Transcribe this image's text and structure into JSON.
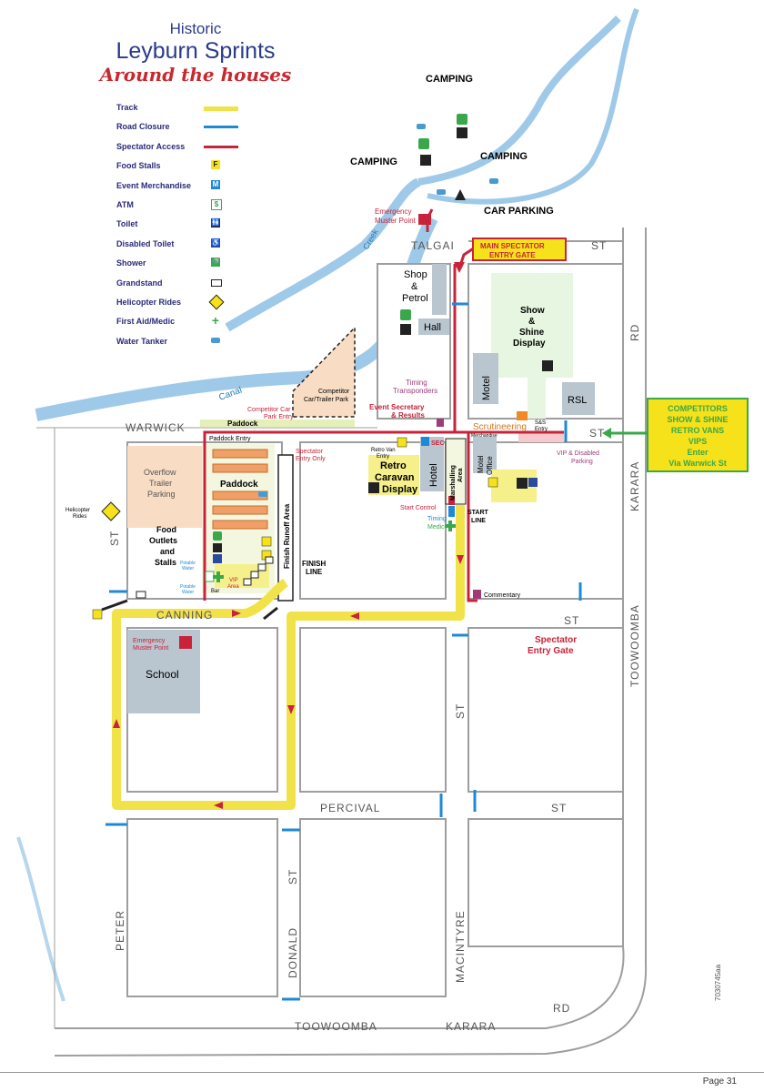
{
  "title": {
    "line1": "Historic",
    "line2": "Leyburn Sprints",
    "line3": "Around the houses"
  },
  "legend": [
    {
      "label": "Track",
      "icon": "track-line-icon"
    },
    {
      "label": "Road Closure",
      "icon": "road-closure-line-icon"
    },
    {
      "label": "Spectator Access",
      "icon": "spectator-access-line-icon"
    },
    {
      "label": "Food Stalls",
      "icon": "food-stall-icon",
      "glyph": "F"
    },
    {
      "label": "Event Merchandise",
      "icon": "merchandise-icon",
      "glyph": "M"
    },
    {
      "label": "ATM",
      "icon": "atm-icon",
      "glyph": "$"
    },
    {
      "label": "Toilet",
      "icon": "toilet-icon",
      "glyph": "🚻"
    },
    {
      "label": "Disabled Toilet",
      "icon": "disabled-toilet-icon",
      "glyph": "♿"
    },
    {
      "label": "Shower",
      "icon": "shower-icon",
      "glyph": "🚿"
    },
    {
      "label": "Grandstand",
      "icon": "grandstand-icon",
      "glyph": ""
    },
    {
      "label": "Helicopter Rides",
      "icon": "helicopter-icon",
      "glyph": ""
    },
    {
      "label": "First Aid/Medic",
      "icon": "first-aid-icon",
      "glyph": "+"
    },
    {
      "label": "Water Tanker",
      "icon": "water-tanker-icon",
      "glyph": ""
    }
  ],
  "colors": {
    "track": "#f2e24a",
    "road_closure": "#1e8ad6",
    "spectator_access": "#c8233a",
    "block": "#9e9e9e",
    "water": "#9ec9e8"
  },
  "streets": {
    "talgai": "TALGAI",
    "st_talgai": "ST",
    "warwick": "WARWICK",
    "st_warwick": "ST",
    "canning": "CANNING",
    "st_canning": "ST",
    "percival": "PERCIVAL",
    "st_percival": "ST",
    "toowoomba_bottom": "TOOWOOMBA",
    "karara_bottom": "KARARA",
    "rd_bottom": "RD",
    "peter": "PETER",
    "st_peter": "ST",
    "donald": "DONALD",
    "st_donald": "ST",
    "macintyre": "MACINTYRE",
    "st_macintyre": "ST",
    "toowoomba_right": "TOOWOOMBA",
    "karara_right": "KARARA",
    "rd_right": "RD"
  },
  "areas": {
    "camping1": "CAMPING",
    "camping2": "CAMPING",
    "camping3": "CAMPING",
    "car_parking": "CAR PARKING",
    "emergency_top": "Emergency",
    "emergency_top2": "Muster Point",
    "main_gate1": "MAIN SPECTATOR",
    "main_gate2": "ENTRY GATE",
    "shop1": "Shop",
    "shop2": "&",
    "shop3": "Petrol",
    "hall": "Hall",
    "show1": "Show",
    "show2": "&",
    "show3": "Shine",
    "show4": "Display",
    "motel": "Motel",
    "rsl": "RSL",
    "timing1": "Timing",
    "timing2": "Transponders",
    "event_sec1": "Event Secretary",
    "event_sec2": "& Results",
    "scrutineering": "Scrutineering",
    "ss_entry1": "S&S",
    "ss_entry2": "Entry",
    "canal": "Canal",
    "creek": "Creek",
    "competitor_park1": "Competitor",
    "competitor_park2": "Car/Trailer Park",
    "competitor_entry1": "Competitor Car",
    "competitor_entry2": "Park Entry",
    "paddock_top": "Paddock",
    "paddock_entry": "Paddock Entry",
    "spectator_only1": "Spectator",
    "spectator_only2": "Entry Only",
    "retro_entry1": "Retro Van",
    "retro_entry2": "Entry",
    "retro1": "Retro",
    "retro2": "Caravan",
    "retro3": "Display",
    "hotel": "Hotel",
    "marshalling1": "Marshalling",
    "marshalling2": "Area",
    "merchandise": "Merchandise",
    "motel_office1": "Motel",
    "motel_office2": "Office",
    "vip_disabled1": "VIP & Disabled",
    "vip_disabled2": "Parking",
    "sec": "SEC",
    "overflow1": "Overflow",
    "overflow2": "Trailer",
    "overflow3": "Parking",
    "paddock_main": "Paddock",
    "finish_runoff": "Finish Runoff Area",
    "finish_line1": "FINISH",
    "finish_line2": "LINE",
    "food1": "Food",
    "food2": "Outlets",
    "food3": "and",
    "food4": "Stalls",
    "potable1": "Potable",
    "potable2": "Water",
    "potable3": "Potable",
    "potable4": "Water",
    "vip_area1": "VIP",
    "vip_area2": "Area",
    "bar": "Bar",
    "helicopter1": "Helicopter",
    "helicopter2": "Rides",
    "start_control": "Start Control",
    "timing_medic1": "Timing",
    "timing_medic2": "Medic",
    "start_line1": "START",
    "start_line2": "LINE",
    "commentary": "Commentary",
    "spectator_gate1": "Spectator",
    "spectator_gate2": "Entry Gate",
    "emergency_school1": "Emergency",
    "emergency_school2": "Muster Point",
    "school": "School"
  },
  "competitors_box": [
    "COMPETITORS",
    "SHOW & SHINE",
    "RETRO VANS",
    "VIPS",
    "Enter",
    "Via Warwick St"
  ],
  "side_code": "7030745aa",
  "page_number": "Page 31"
}
